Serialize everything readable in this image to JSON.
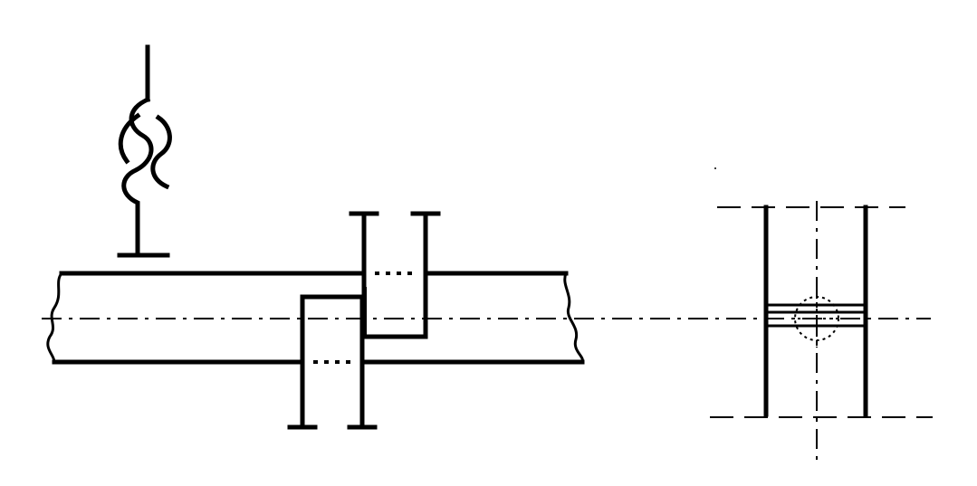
{
  "figure": {
    "kind": "technical-drawing",
    "subject": "pipe-joint-with-flanged-plates",
    "views": [
      "front-view",
      "side-view"
    ],
    "icons": [
      "wavy-line-break-symbol"
    ],
    "colors": {
      "ink": "#000000",
      "paper": "#ffffff"
    }
  }
}
